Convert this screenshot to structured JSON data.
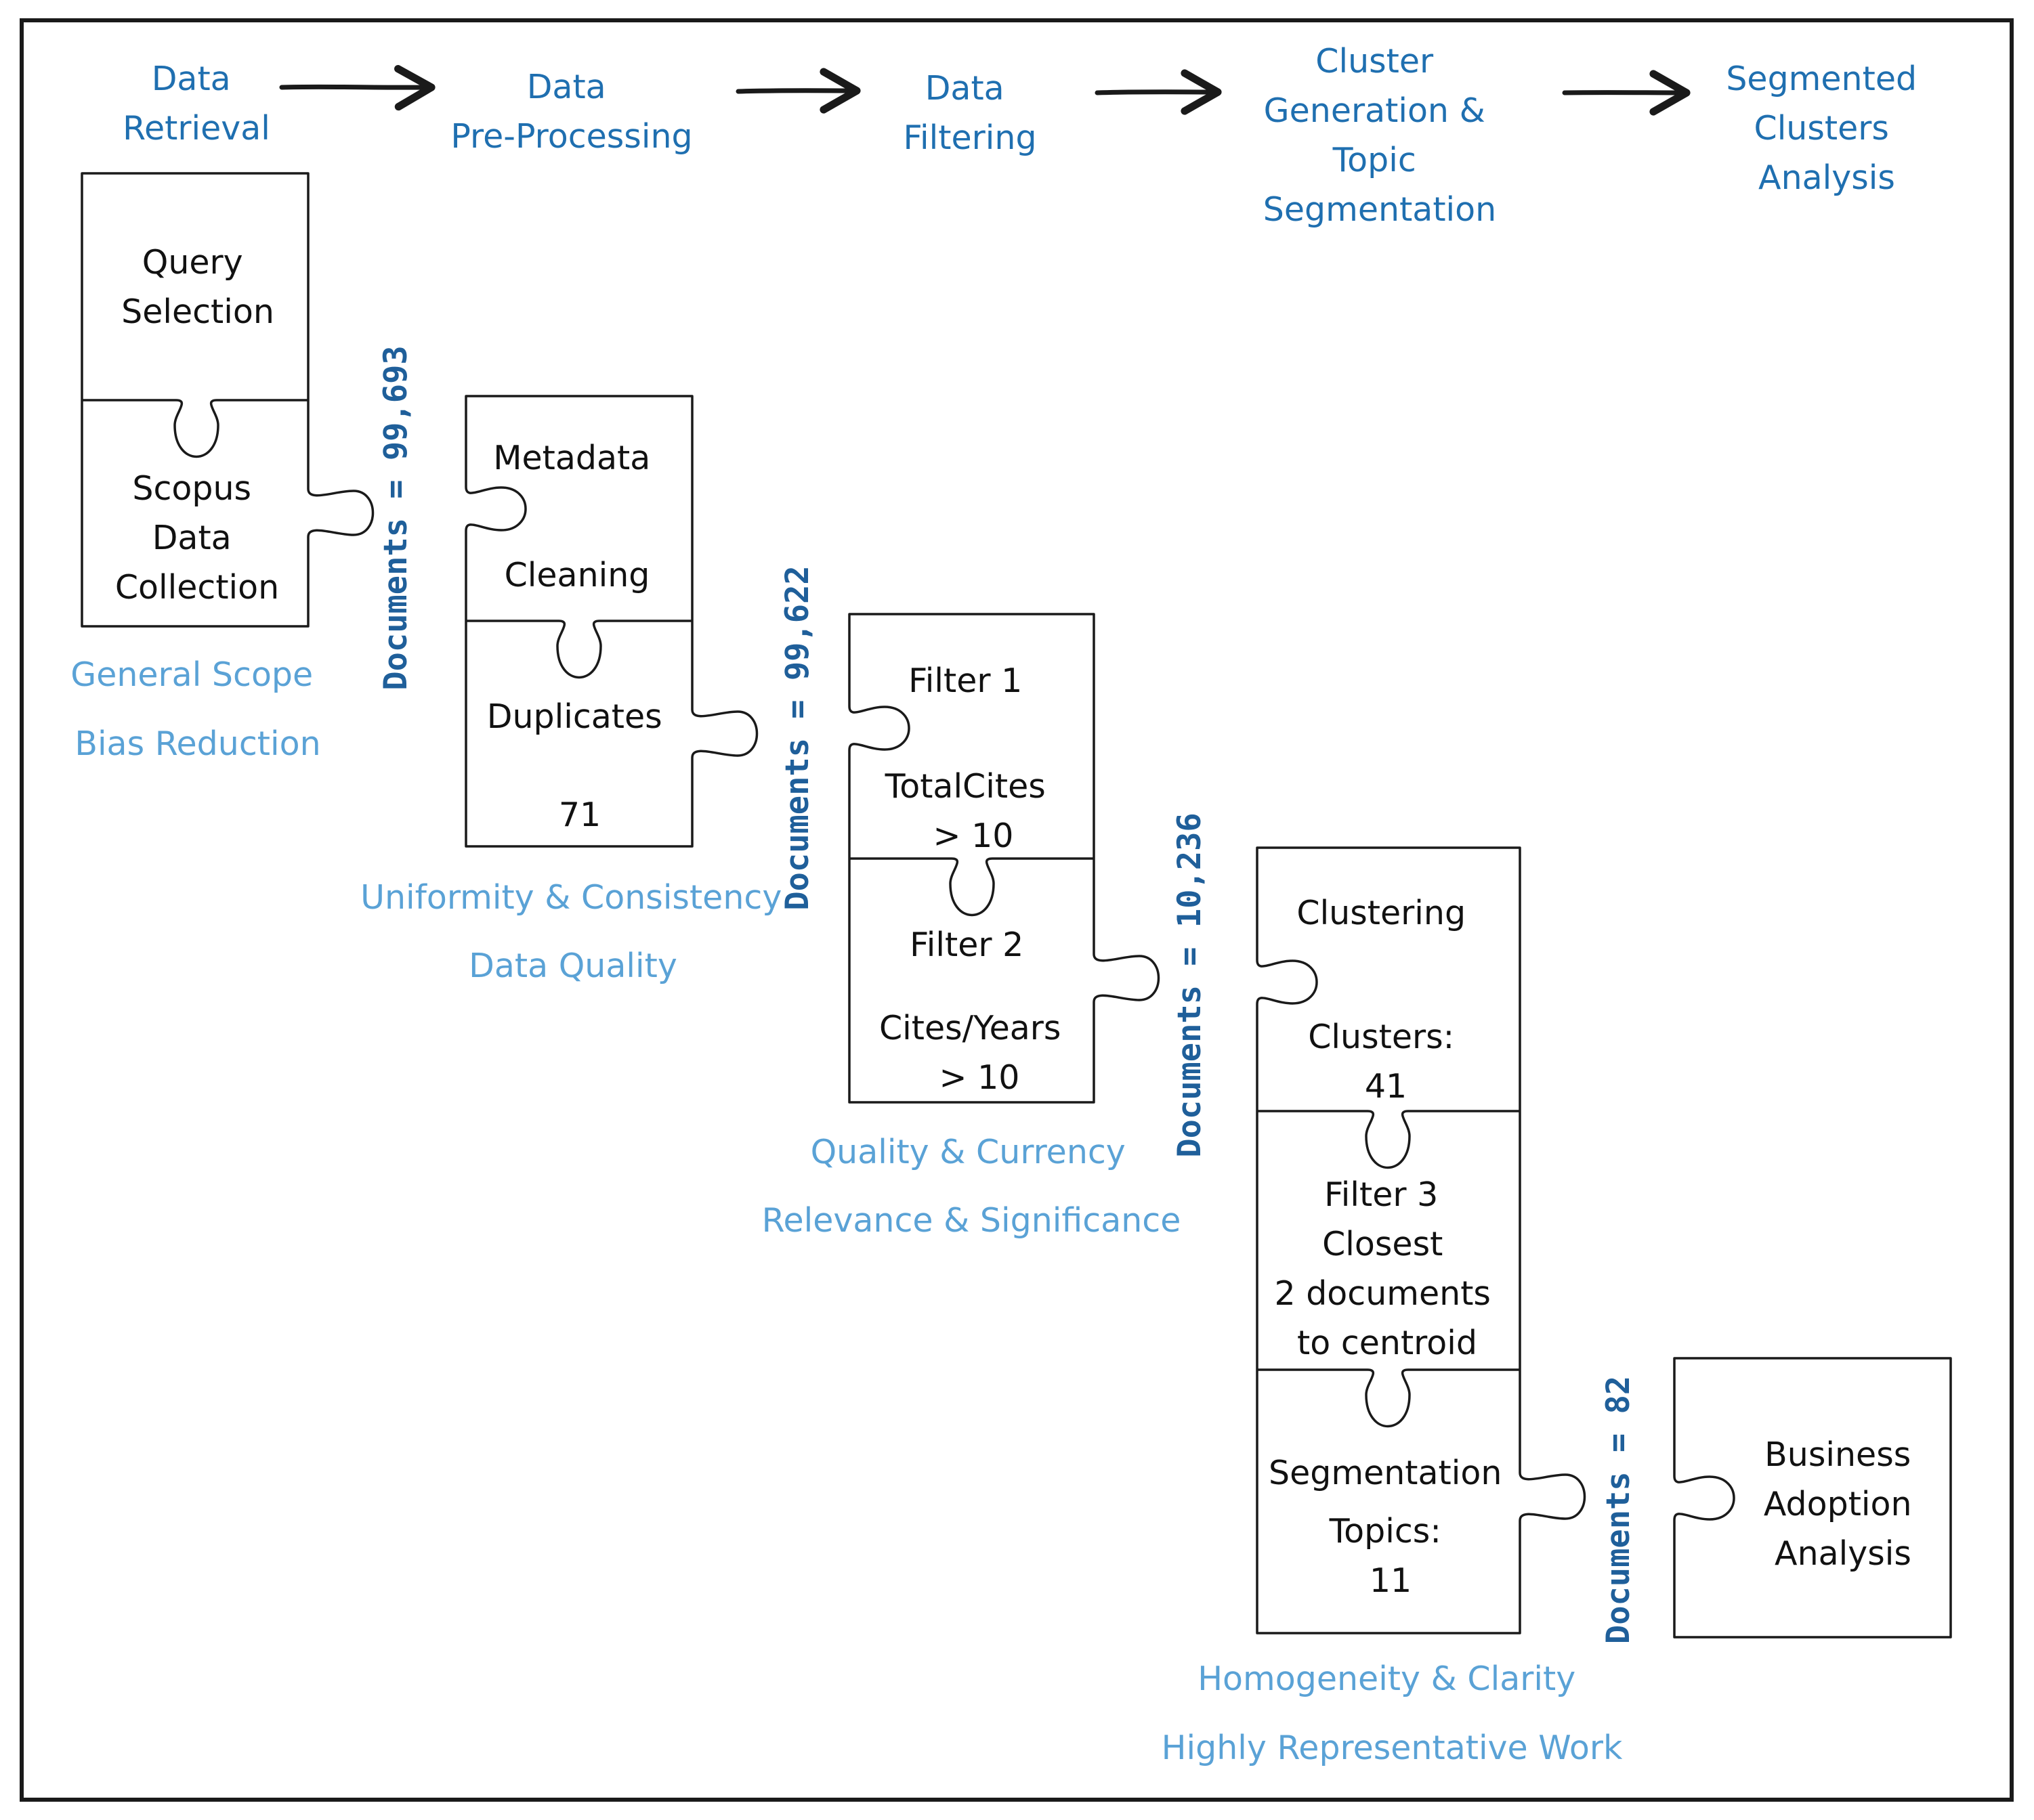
{
  "stages": [
    "Data Retrieval",
    "Data Pre-Processing",
    "Data Filtering",
    "Cluster Generation & Topic Segmentation",
    "Segmented Clusters Analysis"
  ],
  "stage_lines": {
    "s1": [
      "Data",
      "Retrieval"
    ],
    "s2": [
      "Data",
      "Pre-Processing"
    ],
    "s3": [
      "Data",
      "Filtering"
    ],
    "s4": [
      "Cluster",
      "Generation &",
      "Topic",
      "Segmentation"
    ],
    "s5": [
      "Segmented",
      "Clusters",
      "Analysis"
    ]
  },
  "pieces": {
    "query": [
      "Query",
      "Selection"
    ],
    "scopus": [
      "Scopus",
      "Data",
      "Collection"
    ],
    "metadata": [
      "Metadata",
      "Cleaning"
    ],
    "duplicates": [
      "Duplicates",
      "71"
    ],
    "filter1": [
      "Filter 1",
      "TotalCites",
      "> 10"
    ],
    "filter2": [
      "Filter 2",
      "Cites/Years",
      "> 10"
    ],
    "clustering": [
      "Clustering",
      "Clusters:",
      "41"
    ],
    "filter3": [
      "Filter 3",
      "Closest",
      "2 documents",
      "to centroid"
    ],
    "segmentation": [
      "Segmentation",
      "Topics:",
      "11"
    ],
    "business": [
      "Business",
      "Adoption",
      "Analysis"
    ]
  },
  "qualities": {
    "q1": [
      "General Scope",
      "Bias Reduction"
    ],
    "q2": [
      "Uniformity & Consistency",
      "Data Quality"
    ],
    "q3": [
      "Quality & Currency",
      "Relevance & Significance"
    ],
    "q4": [
      "Homogeneity & Clarity",
      "Highly Representative Work"
    ]
  },
  "documents": {
    "d1": "Documents = 99,693",
    "d2": "Documents = 99,622",
    "d3": "Documents = 10,236",
    "d4": "Documents = 82"
  },
  "colors": {
    "stage": "#1f6fb0",
    "quality": "#5aa2d6",
    "documents": "#1f5f9a",
    "outline": "#1a1a1a"
  }
}
